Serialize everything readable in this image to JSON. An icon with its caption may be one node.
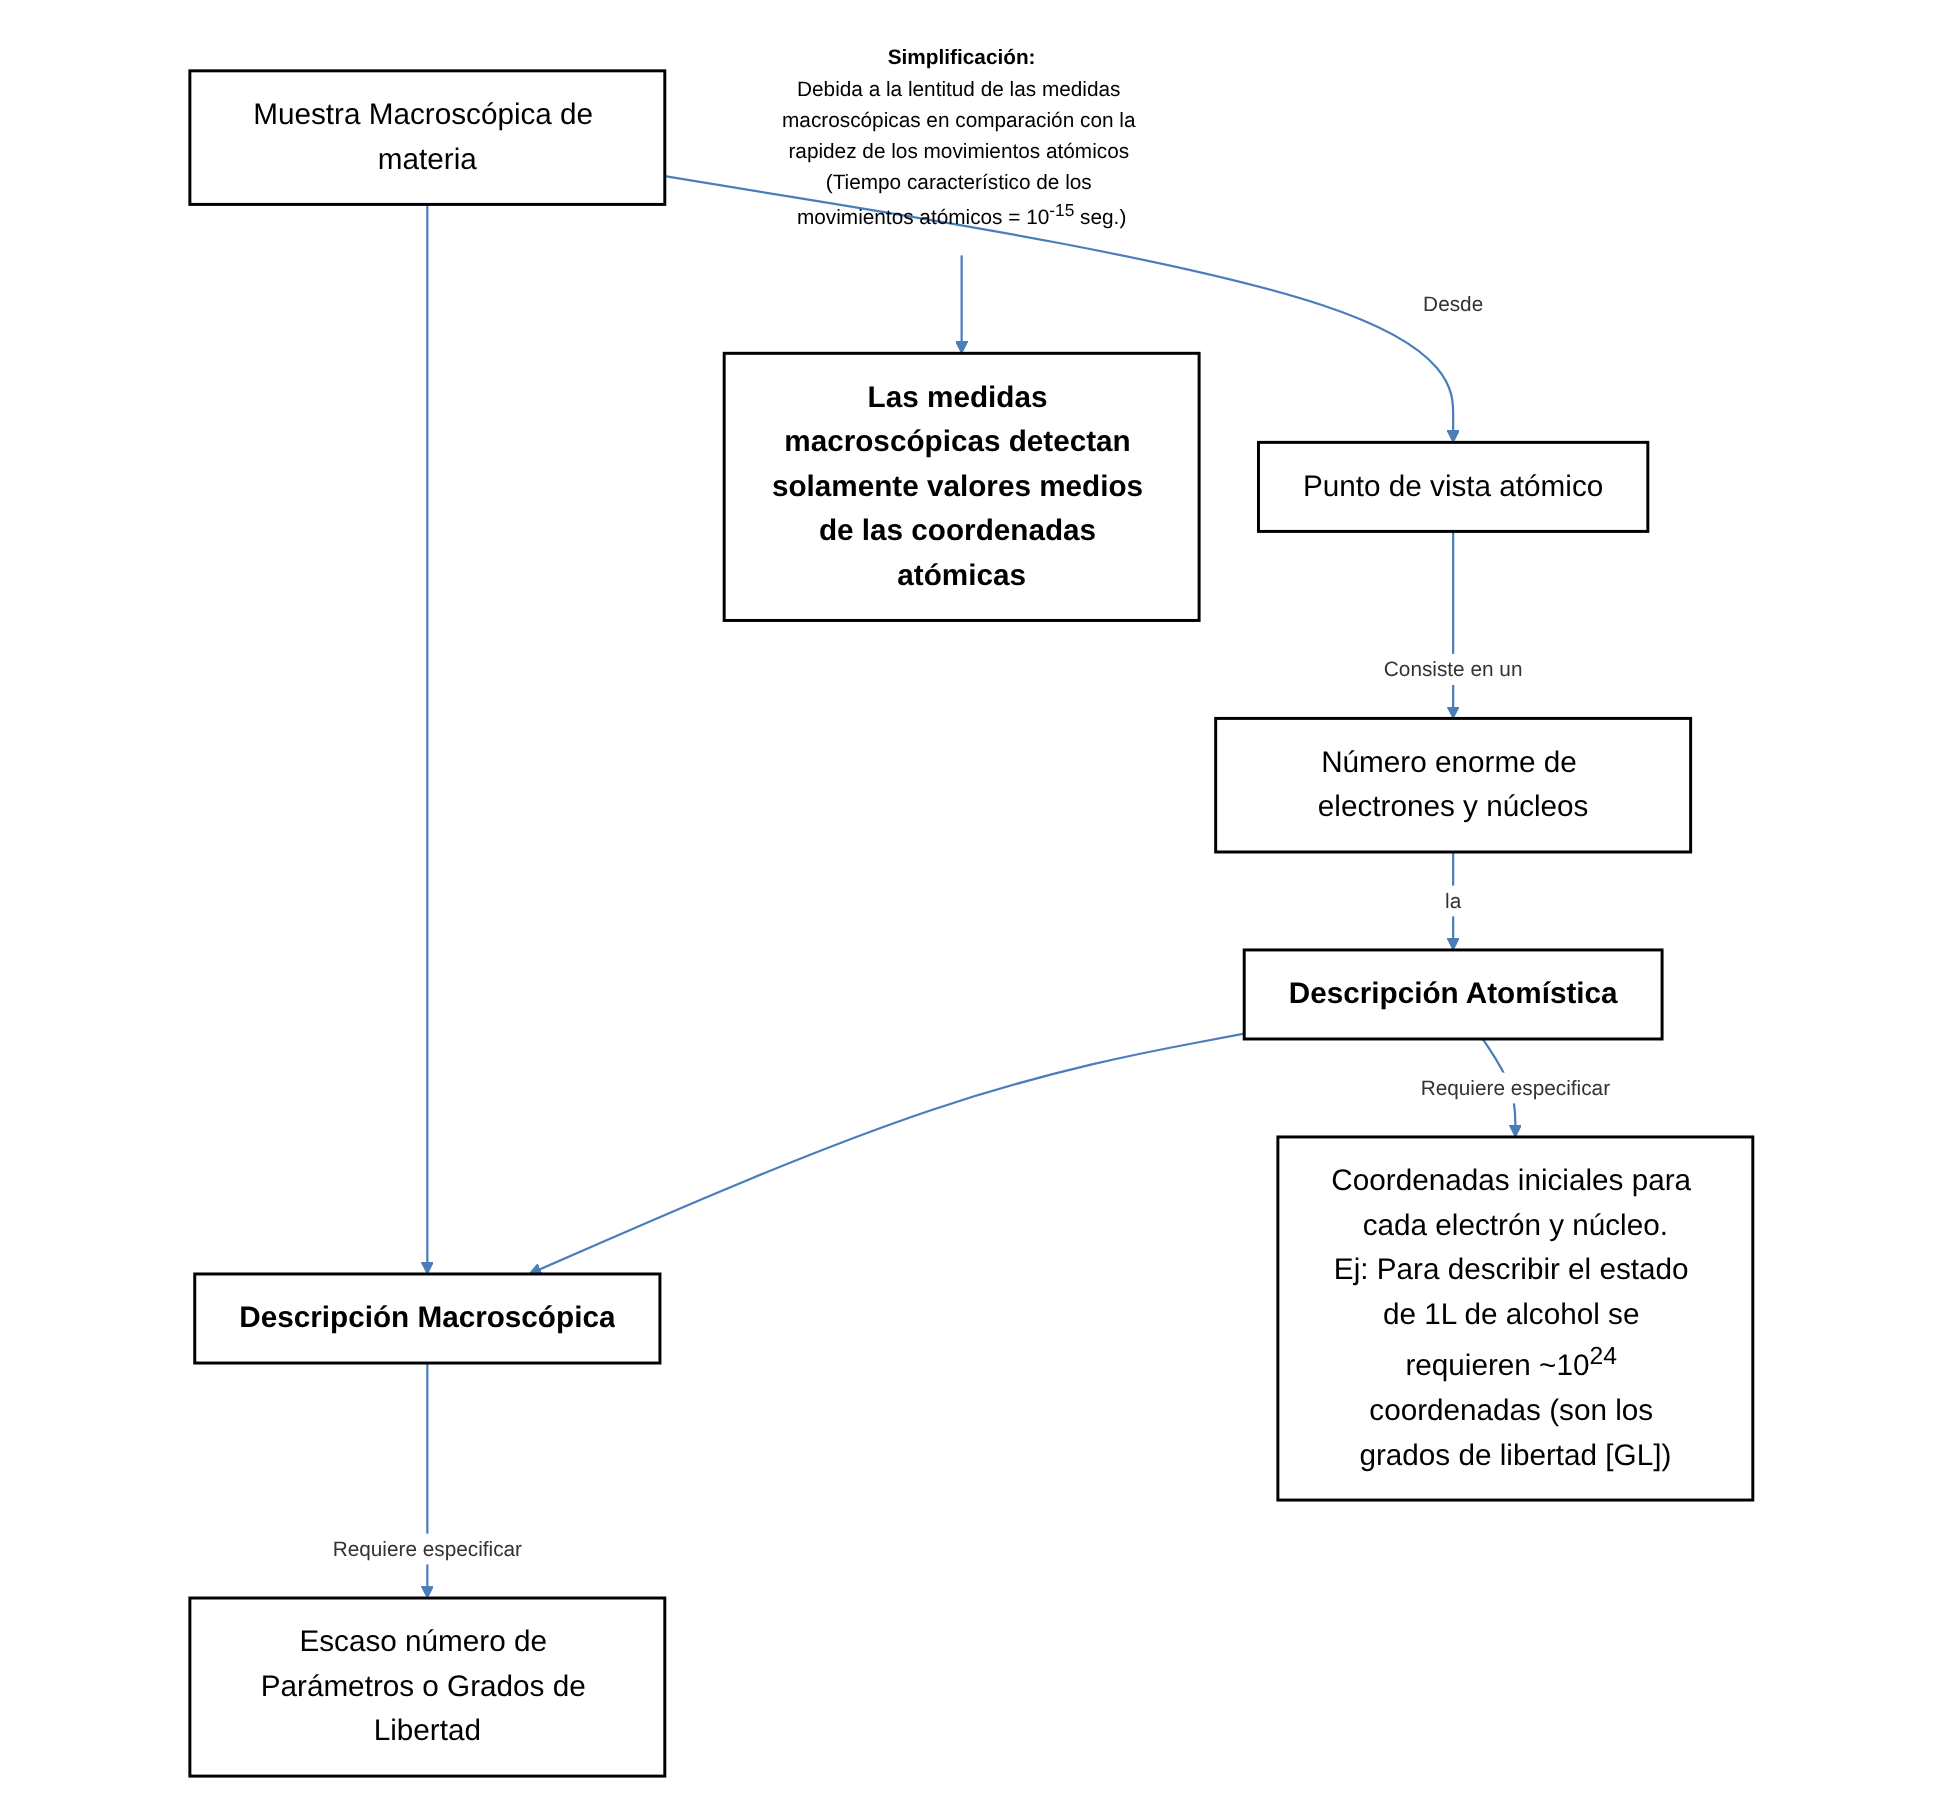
{
  "diagram": {
    "nodes": [
      {
        "text": [
          "Muestra Macroscópica de materia"
        ]
      },
      {
        "text": [
          "Punto de vista atómico"
        ]
      },
      {
        "text": [
          "Número enorme de electrones y núcleos"
        ]
      },
      {
        "text": [
          "Descripción Macroscópica"
        ]
      },
      {
        "text": [
          "Descripción Atomística"
        ]
      },
      {
        "text": [
          "Escaso número de Parámetros o Grados de Libertad"
        ]
      },
      {
        "text": [
          "Simplificación:",
          "Debida a la lentitud de las medidas macroscópicas en comparación con la rapidez de los movimientos atómicos (Tiempo característico de los movimientos atómicos = 10$^{-15}$ seg.)"
        ]
      },
      {
        "text": [
          "Coordenadas iniciales para cada electrón y núcleo.",
          "Ej: Para describir el estado de 1L de alcohol se requieren ~10$^{24}$ coordenadas (son los grados de libertad [GL])"
        ]
      },
      {
        "text": [
          "Las medidas macroscópicas detectan solamente valores medios de las coordenadas atómicas"
        ]
      }
    ],
    "edges": [
      {
        "from": 0,
        "to": 1,
        "arrow": "to",
        "label": "Desde"
      },
      {
        "from": 1,
        "to": 2,
        "arrow": "to",
        "label": "Consiste en un"
      },
      {
        "from": 0,
        "to": 3,
        "arrow": "to"
      },
      {
        "from": 2,
        "to": 4,
        "arrow": "to",
        "label": "la"
      },
      {
        "from": 4,
        "to": 3,
        "arrow": "to"
      },
      {
        "from": 3,
        "to": 5,
        "arrow": "to",
        "label": "Requiere especificar"
      },
      {
        "from": 4,
        "to": 7,
        "arrow": "to",
        "label": "Requiere especificar"
      },
      {
        "from": 6,
        "to": 8,
        "arrow": "to"
      }
    ]
  }
}
